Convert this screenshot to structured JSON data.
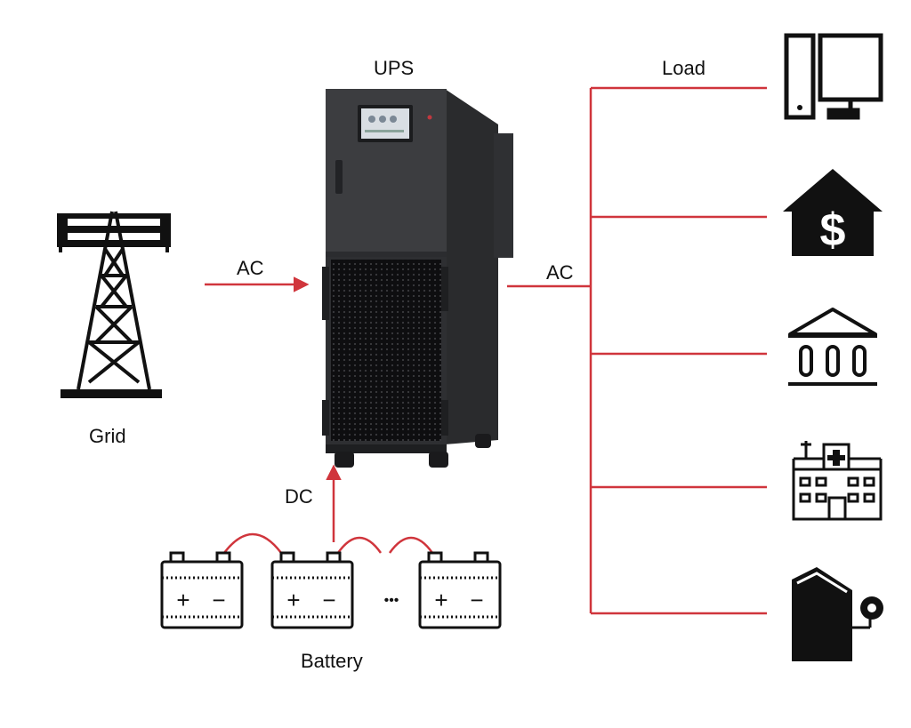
{
  "labels": {
    "ups": "UPS",
    "load": "Load",
    "grid": "Grid",
    "ac_in": "AC",
    "ac_out": "AC",
    "dc": "DC",
    "battery": "Battery",
    "ellipsis": "•••"
  },
  "colors": {
    "flow_line": "#d0353c",
    "icon": "#111111",
    "cabinet": "#3c3d40",
    "cabinet_dark": "#2a2b2d",
    "screen": "#d9dee3"
  },
  "icons": [
    "transmission-tower-icon",
    "ups-cabinet",
    "battery-icon",
    "desktop-computer-icon",
    "bank-house-dollar-icon",
    "bank-building-icon",
    "hospital-icon",
    "industrial-building-icon"
  ],
  "battery_terminals": [
    "+",
    "−"
  ]
}
